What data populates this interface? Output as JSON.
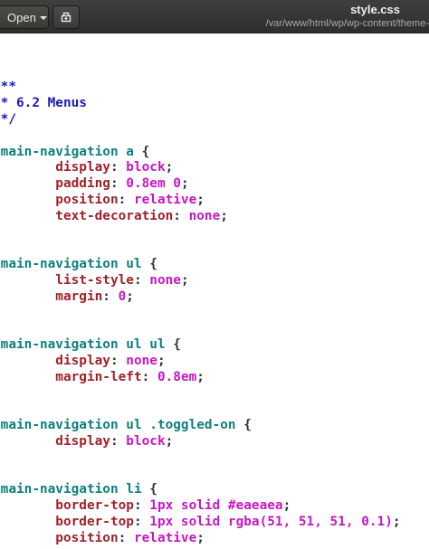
{
  "header": {
    "open_label": "Open",
    "title": "style.css",
    "path": "/var/www/html/wp/wp-content/theme-"
  },
  "colors": {
    "comment": "#1a1ab8",
    "selector": "#0f7f7f",
    "property": "#a0222a",
    "value": "#c418c4",
    "punct": "#2e3436"
  },
  "editor": {
    "lines": [
      [
        {
          "t": "}",
          "c": "punct"
        }
      ],
      [],
      [],
      [
        {
          "t": "/**",
          "c": "comment"
        }
      ],
      [
        {
          "t": " * 6.2 Menus",
          "c": "comment"
        }
      ],
      [
        {
          "t": " */",
          "c": "comment"
        }
      ],
      [],
      [
        {
          "t": ".main-navigation a",
          "c": "selector"
        },
        {
          "t": " {",
          "c": "punct"
        }
      ],
      [
        {
          "t": "\tdisplay",
          "c": "property"
        },
        {
          "t": ": ",
          "c": "punct"
        },
        {
          "t": "block",
          "c": "value"
        },
        {
          "t": ";",
          "c": "punct"
        }
      ],
      [
        {
          "t": "\tpadding",
          "c": "property"
        },
        {
          "t": ": ",
          "c": "punct"
        },
        {
          "t": "0.8em 0",
          "c": "value"
        },
        {
          "t": ";",
          "c": "punct"
        }
      ],
      [
        {
          "t": "\tposition",
          "c": "property"
        },
        {
          "t": ": ",
          "c": "punct"
        },
        {
          "t": "relative",
          "c": "value"
        },
        {
          "t": ";",
          "c": "punct"
        }
      ],
      [
        {
          "t": "\ttext-decoration",
          "c": "property"
        },
        {
          "t": ": ",
          "c": "punct"
        },
        {
          "t": "none",
          "c": "value"
        },
        {
          "t": ";",
          "c": "punct"
        }
      ],
      [
        {
          "t": "}",
          "c": "punct"
        }
      ],
      [],
      [
        {
          "t": ".main-navigation ul",
          "c": "selector"
        },
        {
          "t": " {",
          "c": "punct"
        }
      ],
      [
        {
          "t": "\tlist-style",
          "c": "property"
        },
        {
          "t": ": ",
          "c": "punct"
        },
        {
          "t": "none",
          "c": "value"
        },
        {
          "t": ";",
          "c": "punct"
        }
      ],
      [
        {
          "t": "\tmargin",
          "c": "property"
        },
        {
          "t": ": ",
          "c": "punct"
        },
        {
          "t": "0",
          "c": "value"
        },
        {
          "t": ";",
          "c": "punct"
        }
      ],
      [
        {
          "t": "}",
          "c": "punct"
        }
      ],
      [],
      [
        {
          "t": ".main-navigation ul ul",
          "c": "selector"
        },
        {
          "t": " {",
          "c": "punct"
        }
      ],
      [
        {
          "t": "\tdisplay",
          "c": "property"
        },
        {
          "t": ": ",
          "c": "punct"
        },
        {
          "t": "none",
          "c": "value"
        },
        {
          "t": ";",
          "c": "punct"
        }
      ],
      [
        {
          "t": "\tmargin-left",
          "c": "property"
        },
        {
          "t": ": ",
          "c": "punct"
        },
        {
          "t": "0.8em",
          "c": "value"
        },
        {
          "t": ";",
          "c": "punct"
        }
      ],
      [
        {
          "t": "}",
          "c": "punct"
        }
      ],
      [],
      [
        {
          "t": ".main-navigation ul .toggled-on",
          "c": "selector"
        },
        {
          "t": " {",
          "c": "punct"
        }
      ],
      [
        {
          "t": "\tdisplay",
          "c": "property"
        },
        {
          "t": ": ",
          "c": "punct"
        },
        {
          "t": "block",
          "c": "value"
        },
        {
          "t": ";",
          "c": "punct"
        }
      ],
      [
        {
          "t": "}",
          "c": "punct"
        }
      ],
      [],
      [
        {
          "t": ".main-navigation li",
          "c": "selector"
        },
        {
          "t": " {",
          "c": "punct"
        }
      ],
      [
        {
          "t": "\tborder-top",
          "c": "property"
        },
        {
          "t": ": ",
          "c": "punct"
        },
        {
          "t": "1px solid #eaeaea",
          "c": "value"
        },
        {
          "t": ";",
          "c": "punct"
        }
      ],
      [
        {
          "t": "\tborder-top",
          "c": "property"
        },
        {
          "t": ": ",
          "c": "punct"
        },
        {
          "t": "1px solid rgba(51, 51, 51, 0.1)",
          "c": "value"
        },
        {
          "t": ";",
          "c": "punct"
        }
      ],
      [
        {
          "t": "\tposition",
          "c": "property"
        },
        {
          "t": ": ",
          "c": "punct"
        },
        {
          "t": "relative",
          "c": "value"
        },
        {
          "t": ";",
          "c": "punct"
        }
      ]
    ]
  }
}
